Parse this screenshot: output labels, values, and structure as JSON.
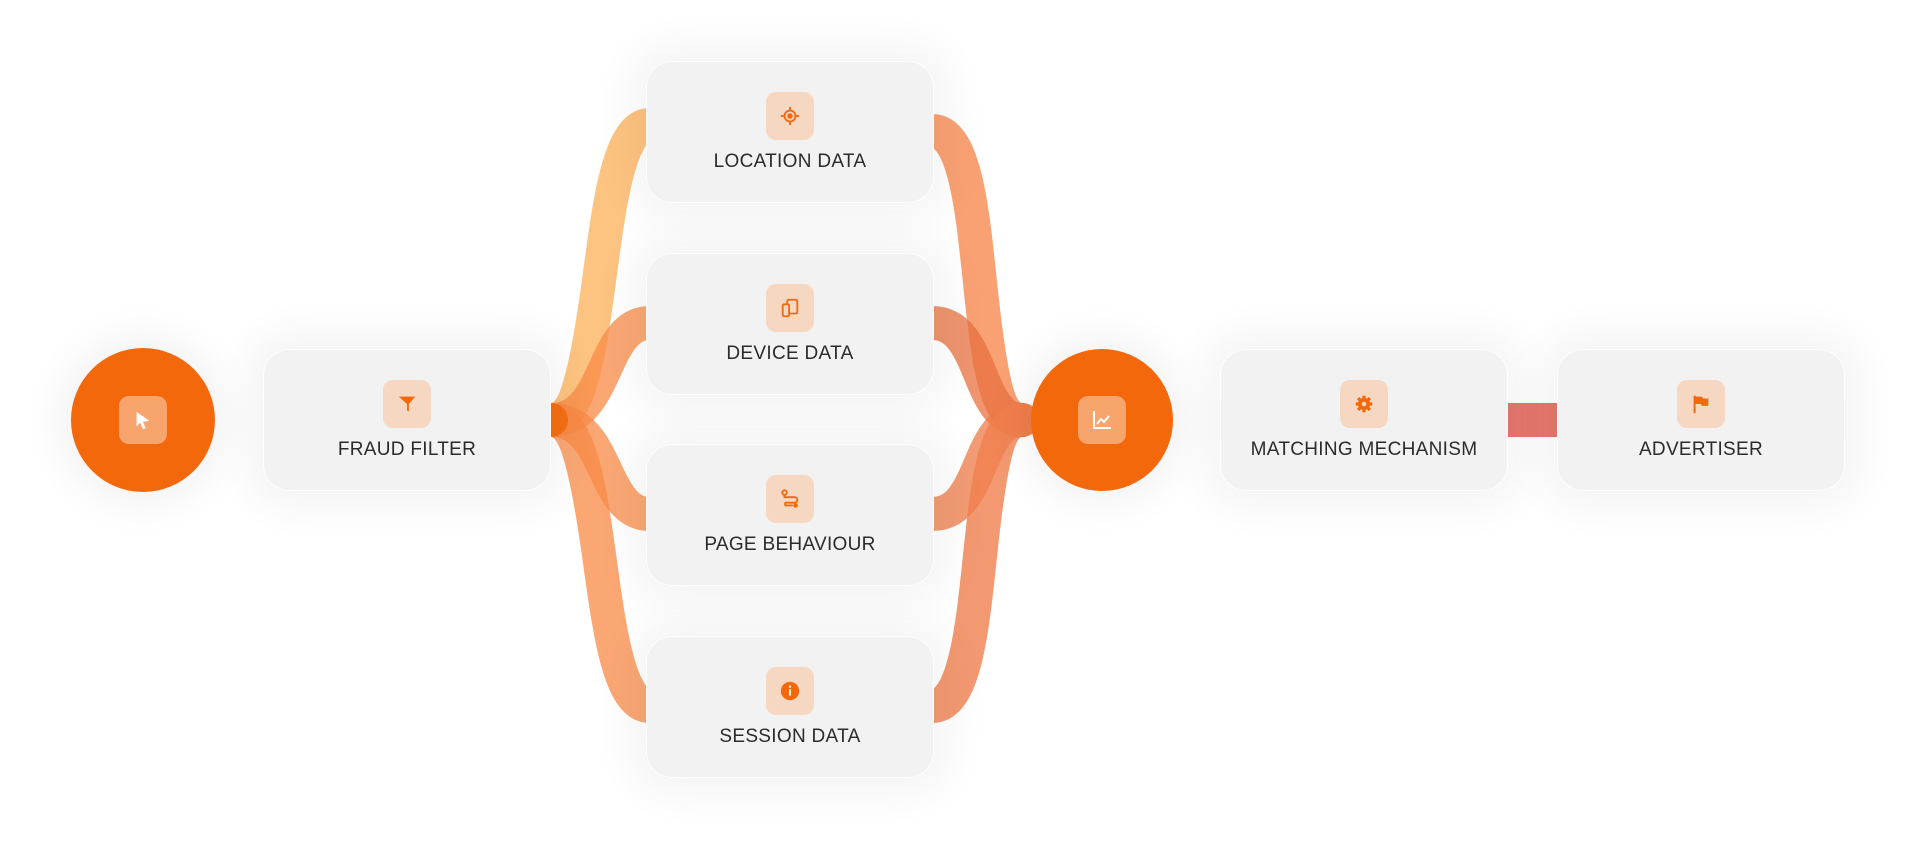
{
  "nodes": {
    "start": {
      "icon": "cursor-icon"
    },
    "fraud_filter": {
      "label": "FRAUD FILTER",
      "icon": "funnel-icon"
    },
    "location_data": {
      "label": "LOCATION DATA",
      "icon": "target-icon"
    },
    "device_data": {
      "label": "DEVICE DATA",
      "icon": "devices-icon"
    },
    "page_behaviour": {
      "label": "PAGE BEHAVIOUR",
      "icon": "route-icon"
    },
    "session_data": {
      "label": "SESSION DATA",
      "icon": "info-icon"
    },
    "hub": {
      "icon": "chart-icon"
    },
    "matching_mechanism": {
      "label": "MATCHING MECHANISM",
      "icon": "gear-icon"
    },
    "advertiser": {
      "label": "ADVERTISER",
      "icon": "flag-icon"
    }
  },
  "colors": {
    "accent": "#f4680c",
    "flow": "#f88f55",
    "flow_light": "#fdc27a",
    "yellow": "#f8d46f",
    "red": "#e4685e",
    "icon_bg": "#f5d7c2"
  }
}
